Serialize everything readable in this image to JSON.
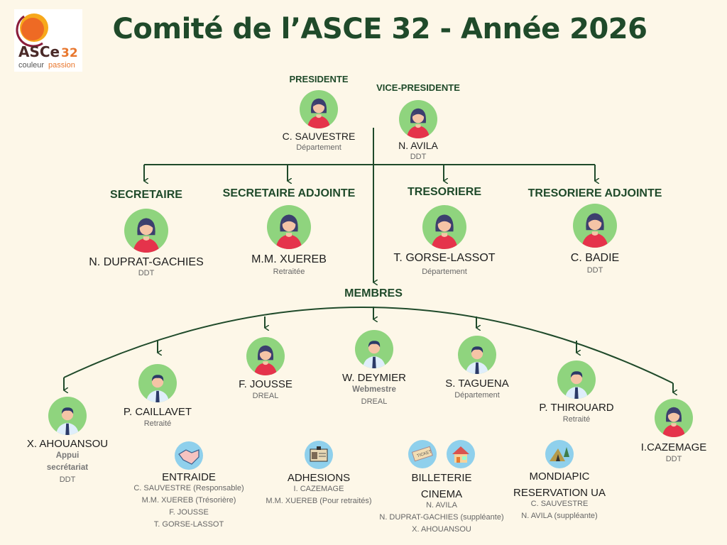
{
  "title": "Comité de l’ASCE 32 - Année 2026",
  "logo": {
    "text": "ASCE",
    "number": "32",
    "tagline_1": "couleur",
    "tagline_2": "passion"
  },
  "colors": {
    "background": "#fdf7e8",
    "title": "#1f4a2a",
    "avatar_bg": "#8fd47e",
    "icon_bg": "#8fd0ec"
  },
  "bureau": [
    {
      "role": "PRESIDENTE",
      "name": "C. SAUVESTRE",
      "org": "Département",
      "gender": "f"
    },
    {
      "role": "VICE-PRESIDENTE",
      "name": "N. AVILA",
      "org": "DDT",
      "gender": "f"
    },
    {
      "role": "SECRETAIRE",
      "name": "N. DUPRAT-GACHIES",
      "org": "DDT",
      "gender": "f"
    },
    {
      "role": "SECRETAIRE ADJOINTE",
      "name": "M.M. XUEREB",
      "org": "Retraitée",
      "gender": "f"
    },
    {
      "role": "TRESORIERE",
      "name": "T. GORSE-LASSOT",
      "org": "Département",
      "gender": "f"
    },
    {
      "role": "TRESORIERE ADJOINTE",
      "name": "C. BADIE",
      "org": "DDT",
      "gender": "f"
    }
  ],
  "members_label": "MEMBRES",
  "members": [
    {
      "name": "X. AHOUANSOU",
      "extra_1": "Appui",
      "extra_2": "secrétariat",
      "org": "DDT",
      "gender": "m"
    },
    {
      "name": "P. CAILLAVET",
      "org": "Retraité",
      "gender": "m"
    },
    {
      "name": "F. JOUSSE",
      "org": "DREAL",
      "gender": "f"
    },
    {
      "name": "W. DEYMIER",
      "extra_1": "Webmestre",
      "org": "DREAL",
      "gender": "m"
    },
    {
      "name": "S. TAGUENA",
      "org": "Département",
      "gender": "m"
    },
    {
      "name": "P. THIROUARD",
      "org": "Retraité",
      "gender": "m"
    },
    {
      "name": "I.CAZEMAGE",
      "org": "DDT",
      "gender": "f"
    }
  ],
  "commissions": [
    {
      "title_lines": [
        "ENTRAIDE"
      ],
      "icons": [
        "handshake-icon"
      ],
      "people": [
        "C. SAUVESTRE (Responsable)",
        "M.M. XUEREB (Trésorière)",
        "F. JOUSSE",
        "T. GORSE-LASSOT"
      ]
    },
    {
      "title_lines": [
        "ADHESIONS"
      ],
      "icons": [
        "id-card-icon"
      ],
      "people": [
        "I. CAZEMAGE",
        "M.M. XUEREB (Pour retraités)"
      ]
    },
    {
      "title_lines": [
        "BILLETERIE",
        "CINEMA"
      ],
      "icons": [
        "ticket-icon",
        "house-icon"
      ],
      "people": [
        "N. AVILA",
        "N. DUPRAT-GACHIES (suppléante)",
        "X. AHOUANSOU"
      ]
    },
    {
      "title_lines": [
        "MONDIAPIC",
        "RESERVATION UA"
      ],
      "icons": [
        "tent-icon"
      ],
      "people": [
        "C. SAUVESTRE",
        "N. AVILA (suppléante)"
      ]
    }
  ]
}
